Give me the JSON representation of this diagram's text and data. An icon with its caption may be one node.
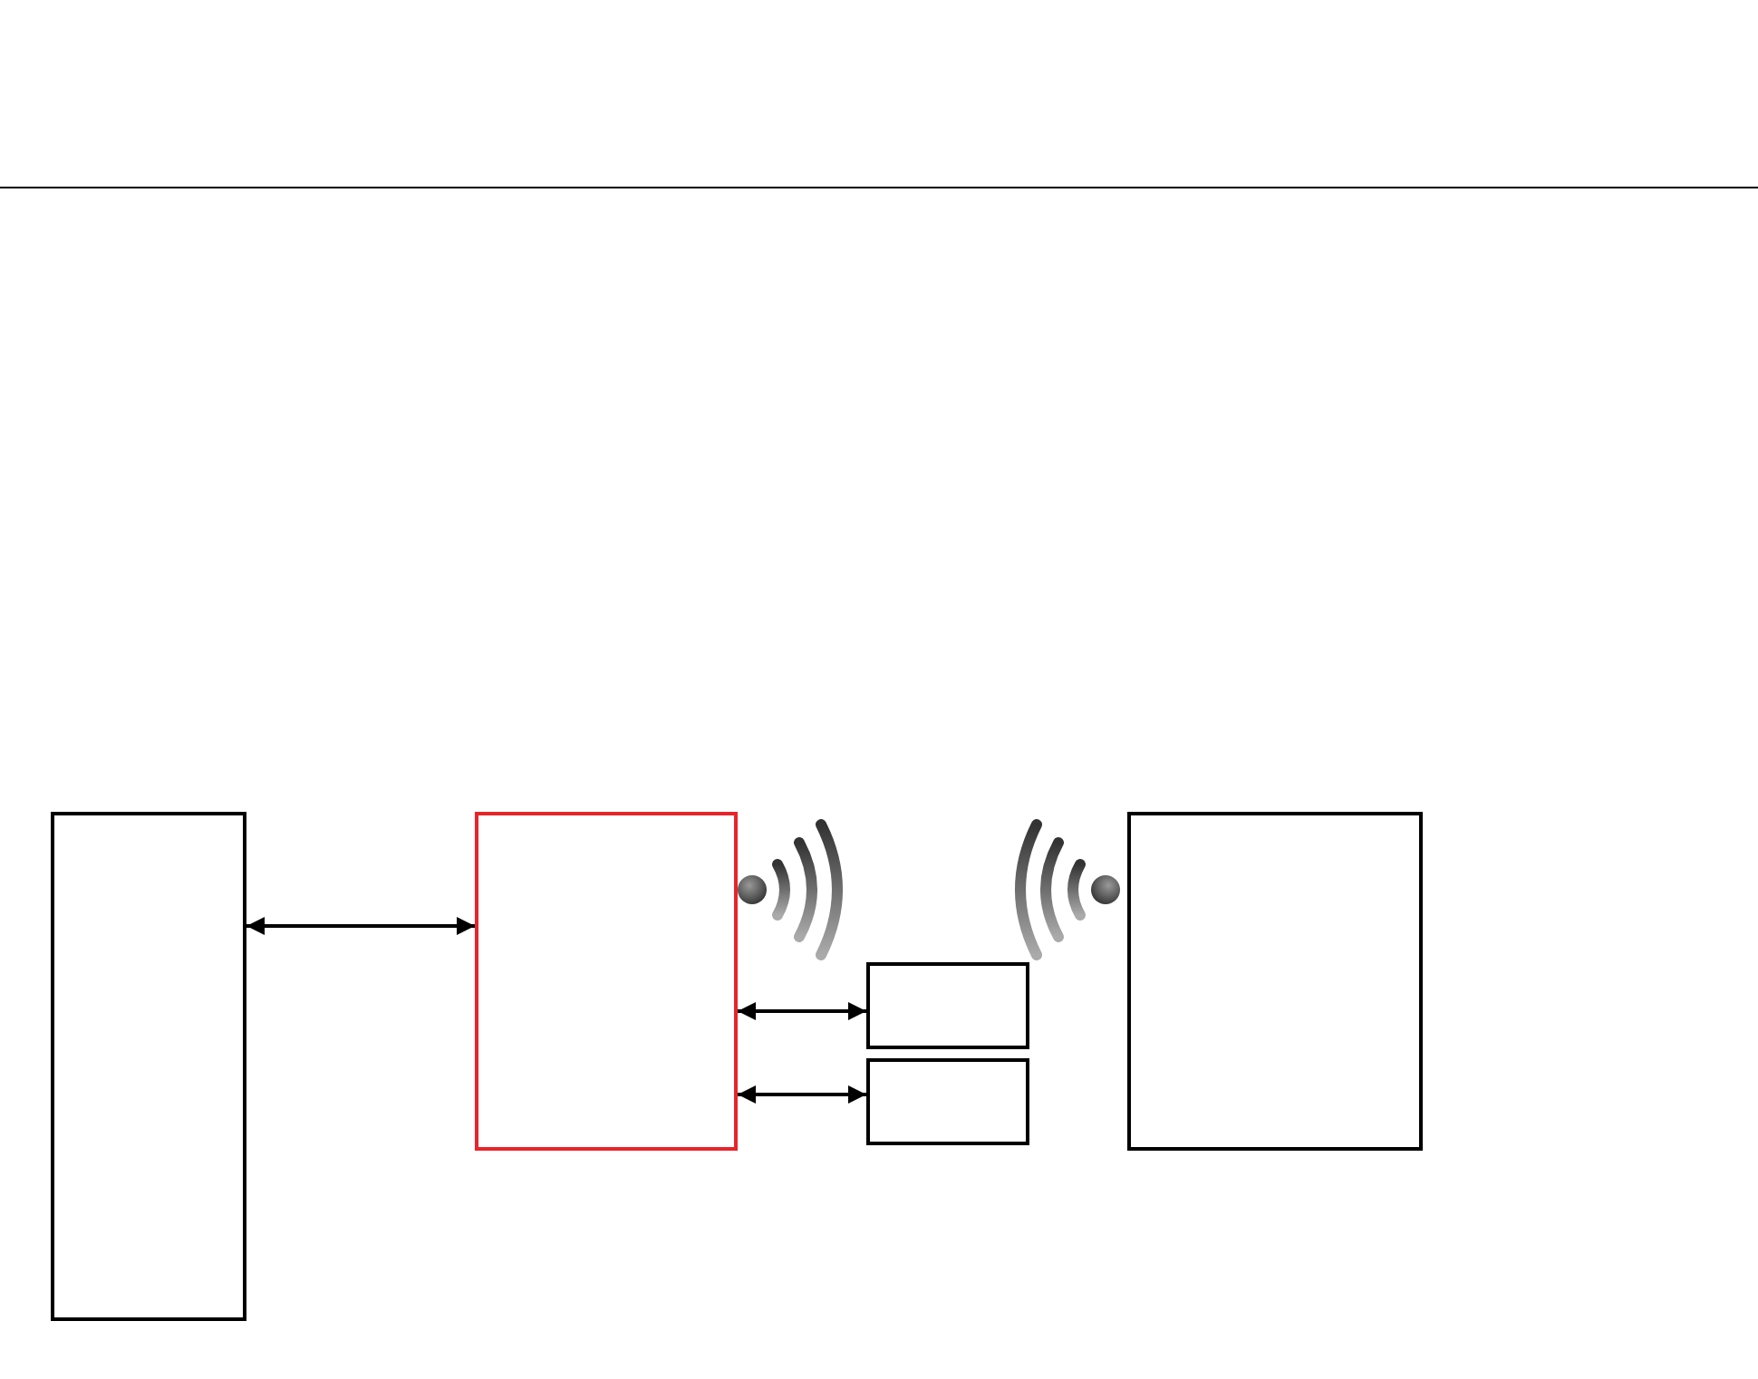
{
  "diagram": {
    "nodes": [
      {
        "text": [],
        "shape": "box"
      },
      {
        "text": [],
        "shape": "box"
      },
      {
        "text": [],
        "shape": "box"
      },
      {
        "text": [],
        "shape": "box"
      },
      {
        "text": [],
        "shape": "box"
      }
    ],
    "edges": [
      {
        "from": 0,
        "to": 1,
        "arrow": "both"
      },
      {
        "from": 1,
        "to": 2,
        "arrow": "both"
      },
      {
        "from": 1,
        "to": 3,
        "arrow": "both"
      }
    ]
  }
}
